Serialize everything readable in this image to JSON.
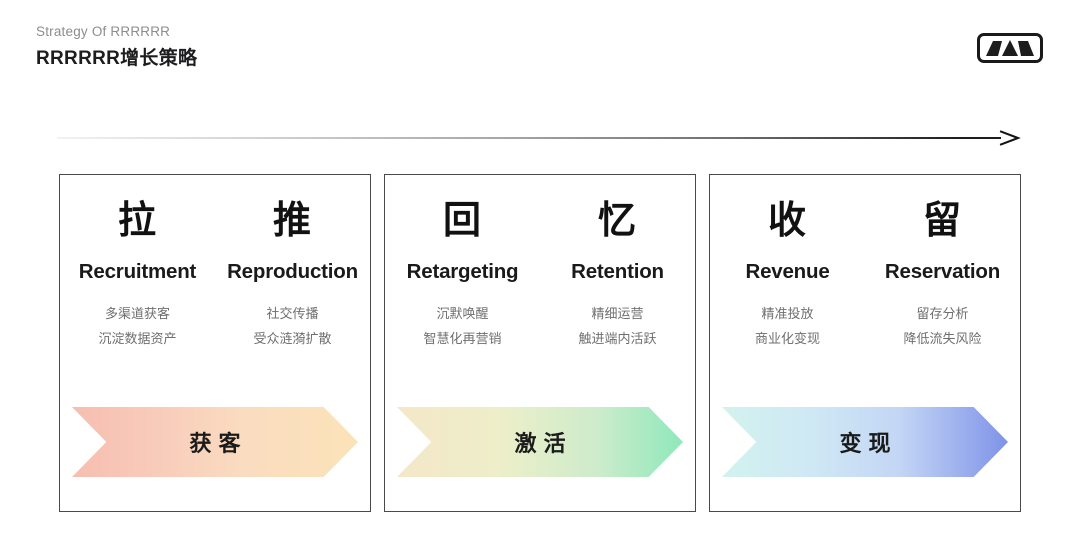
{
  "header": {
    "eyebrow": "Strategy Of RRRRRR",
    "title": "RRRRRR增长策略"
  },
  "logo": {
    "name": "brand-logo",
    "border_color": "#1a1a1a",
    "shape_color": "#1d1d1d"
  },
  "timeline": {
    "name": "progress-arrow",
    "direction": "left-to-right",
    "gradient_from": "#f2f2f2",
    "gradient_to": "#1d1d1d"
  },
  "cards": [
    {
      "id": "card-acquisition",
      "columns": [
        {
          "glyph": "拉",
          "english": "Recruitment",
          "points": [
            "多渠道获客",
            "沉淀数据资产"
          ]
        },
        {
          "glyph": "推",
          "english": "Reproduction",
          "points": [
            "社交传播",
            "受众涟漪扩散"
          ]
        }
      ],
      "banner": {
        "label": "获客",
        "gradient_from": "#f6beb0",
        "gradient_to": "#fbe3b8"
      }
    },
    {
      "id": "card-activation",
      "columns": [
        {
          "glyph": "回",
          "english": "Retargeting",
          "points": [
            "沉默唤醒",
            "智慧化再营销"
          ]
        },
        {
          "glyph": "忆",
          "english": "Retention",
          "points": [
            "精细运营",
            "触进端内活跃"
          ]
        }
      ],
      "banner": {
        "label": "激活",
        "gradient_from": "#f4e7c9",
        "gradient_to": "#8fe8bb"
      }
    },
    {
      "id": "card-monetization",
      "columns": [
        {
          "glyph": "收",
          "english": "Revenue",
          "points": [
            "精准投放",
            "商业化变现"
          ]
        },
        {
          "glyph": "留",
          "english": "Reservation",
          "points": [
            "留存分析",
            "降低流失风险"
          ]
        }
      ],
      "banner": {
        "label": "变现",
        "gradient_from": "#d2f2ee",
        "gradient_to": "#7f93e8"
      }
    }
  ]
}
